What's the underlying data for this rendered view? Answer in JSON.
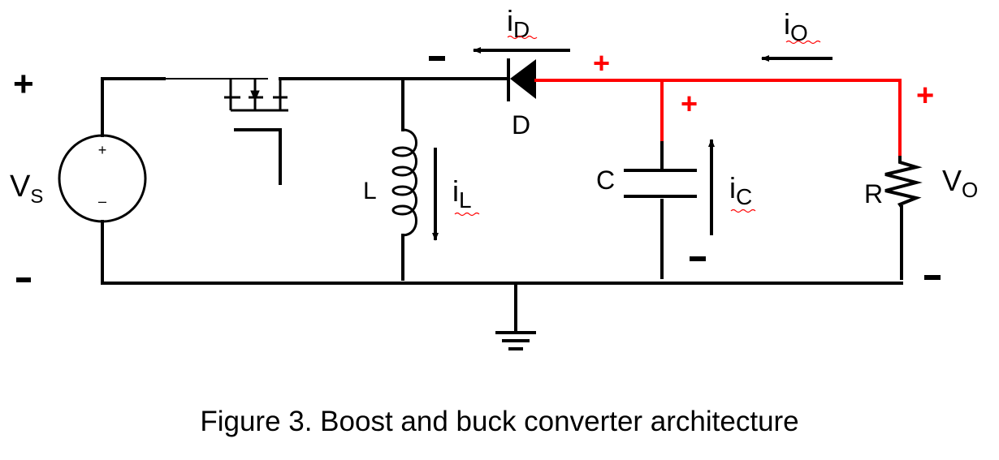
{
  "colors": {
    "wire": "#000000",
    "highlight": "#ff0000",
    "squiggle": "#ff0000"
  },
  "labels": {
    "vs_main": "V",
    "vs_sub": "S",
    "vs_plus": "+",
    "vs_minus": "–",
    "left_plus": "+",
    "left_minus": "–",
    "inductor": "L",
    "il_main": "i",
    "il_sub": "L",
    "id_main": "i",
    "id_sub": "D",
    "diode": "D",
    "diode_minus": "–",
    "diode_plus": "+",
    "io_main": "i",
    "io_sub": "O",
    "capacitor": "C",
    "ic_main": "i",
    "ic_sub": "C",
    "cap_plus": "+",
    "cap_minus": "–",
    "resistor": "R",
    "vo_main": "V",
    "vo_sub": "O",
    "out_plus": "+",
    "out_minus": "–"
  },
  "caption": "Figure 3. Boost and buck converter architecture"
}
